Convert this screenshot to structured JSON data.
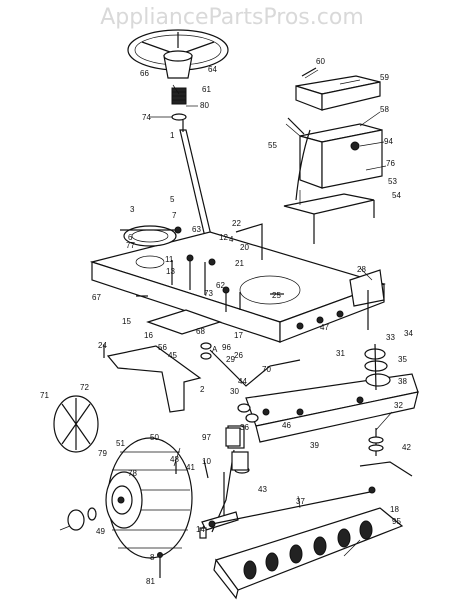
{
  "watermark": "AppliancePartsPros.com",
  "callouts": [
    {
      "id": "c1",
      "text": "1"
    },
    {
      "id": "c2",
      "text": "2"
    },
    {
      "id": "c3",
      "text": "3"
    },
    {
      "id": "c4",
      "text": "4"
    },
    {
      "id": "c5",
      "text": "5"
    },
    {
      "id": "c6",
      "text": "6"
    },
    {
      "id": "c7",
      "text": "7"
    },
    {
      "id": "c8",
      "text": "8"
    },
    {
      "id": "c10",
      "text": "10"
    },
    {
      "id": "c11",
      "text": "11"
    },
    {
      "id": "c12",
      "text": "12"
    },
    {
      "id": "c13",
      "text": "13"
    },
    {
      "id": "c14",
      "text": "14"
    },
    {
      "id": "c15",
      "text": "15"
    },
    {
      "id": "c16",
      "text": "16"
    },
    {
      "id": "c17",
      "text": "17"
    },
    {
      "id": "c18",
      "text": "18"
    },
    {
      "id": "c20",
      "text": "20"
    },
    {
      "id": "c21",
      "text": "21"
    },
    {
      "id": "c22",
      "text": "22"
    },
    {
      "id": "c24",
      "text": "24"
    },
    {
      "id": "c25",
      "text": "25"
    },
    {
      "id": "c26",
      "text": "26"
    },
    {
      "id": "c28",
      "text": "28"
    },
    {
      "id": "c29",
      "text": "29"
    },
    {
      "id": "c30",
      "text": "30"
    },
    {
      "id": "c31",
      "text": "31"
    },
    {
      "id": "c32",
      "text": "32"
    },
    {
      "id": "c33",
      "text": "33"
    },
    {
      "id": "c34",
      "text": "34"
    },
    {
      "id": "c35",
      "text": "35"
    },
    {
      "id": "c36",
      "text": "36"
    },
    {
      "id": "c37",
      "text": "37"
    },
    {
      "id": "c38",
      "text": "38"
    },
    {
      "id": "c39",
      "text": "39"
    },
    {
      "id": "c41",
      "text": "41"
    },
    {
      "id": "c42",
      "text": "42"
    },
    {
      "id": "c43",
      "text": "43"
    },
    {
      "id": "c44",
      "text": "44"
    },
    {
      "id": "c45",
      "text": "45"
    },
    {
      "id": "c46",
      "text": "46"
    },
    {
      "id": "c47",
      "text": "47"
    },
    {
      "id": "c48",
      "text": "48"
    },
    {
      "id": "c49",
      "text": "49"
    },
    {
      "id": "c50",
      "text": "50"
    },
    {
      "id": "c51",
      "text": "51"
    },
    {
      "id": "c53",
      "text": "53"
    },
    {
      "id": "c54",
      "text": "54"
    },
    {
      "id": "c55",
      "text": "55"
    },
    {
      "id": "c56",
      "text": "56"
    },
    {
      "id": "c58",
      "text": "58"
    },
    {
      "id": "c59",
      "text": "59"
    },
    {
      "id": "c60",
      "text": "60"
    },
    {
      "id": "c61",
      "text": "61"
    },
    {
      "id": "c62",
      "text": "62"
    },
    {
      "id": "c63",
      "text": "63"
    },
    {
      "id": "c64",
      "text": "64"
    },
    {
      "id": "c66",
      "text": "66"
    },
    {
      "id": "c67",
      "text": "67"
    },
    {
      "id": "c68",
      "text": "68"
    },
    {
      "id": "c70",
      "text": "70"
    },
    {
      "id": "c71",
      "text": "71"
    },
    {
      "id": "c72",
      "text": "72"
    },
    {
      "id": "c73",
      "text": "73"
    },
    {
      "id": "c74",
      "text": "74"
    },
    {
      "id": "c76",
      "text": "76"
    },
    {
      "id": "c77",
      "text": "77"
    },
    {
      "id": "c78",
      "text": "78"
    },
    {
      "id": "c79",
      "text": "79"
    },
    {
      "id": "c80",
      "text": "80"
    },
    {
      "id": "c81",
      "text": "81"
    },
    {
      "id": "c94",
      "text": "94"
    },
    {
      "id": "c95",
      "text": "95"
    },
    {
      "id": "c96",
      "text": "96"
    },
    {
      "id": "c97",
      "text": "97"
    },
    {
      "id": "cA",
      "text": "A"
    }
  ]
}
